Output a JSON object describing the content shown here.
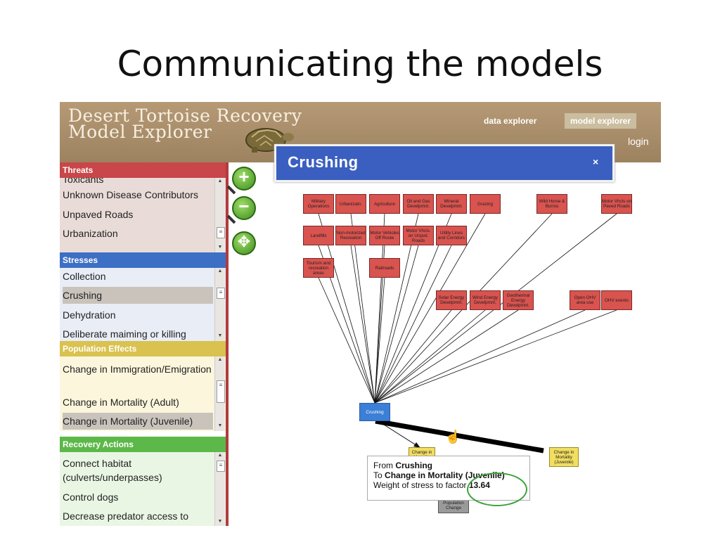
{
  "slide": {
    "title": "Communicating the models"
  },
  "app": {
    "title_line1": "Desert Tortoise Recovery",
    "title_line2": "Model Explorer",
    "nav": {
      "data_explorer": "data explorer",
      "model_explorer": "model explorer",
      "login": "login"
    }
  },
  "sidebar": {
    "threats": {
      "header": "Threats",
      "items": [
        "Toxicants",
        "Unknown Disease Contributors",
        "Unpaved Roads",
        "Urbanization"
      ]
    },
    "stresses": {
      "header": "Stresses",
      "items": [
        "Collection",
        "Crushing",
        "Dehydration",
        "Deliberate maiming or killing"
      ]
    },
    "population_effects": {
      "header": "Population Effects",
      "items": [
        "Change in Immigration/Emigration",
        "Change in Mortality (Adult)",
        "Change in Mortality (Juvenile)"
      ]
    },
    "recovery_actions": {
      "header": "Recovery Actions",
      "items": [
        "Connect habitat (culverts/underpasses)",
        "Control dogs",
        "Decrease predator access to"
      ]
    }
  },
  "dialog": {
    "title": "Crushing",
    "close": "×"
  },
  "graph": {
    "threats": [
      "Military Operations",
      "Urbanizatn.",
      "Agriculture",
      "Oil and Gas Develpmnt.",
      "Mineral Develpmnt.",
      "Grazing",
      "Wild Horse & Burros",
      "Motor Vhcls on Paved Roads",
      "Landfills",
      "Non-motorized Recreation",
      "Motor Vehicles Off Route",
      "Motor Vhcls. on Unpvd. Roads",
      "Utility Lines and Corridors",
      "Tourism and recreation areas",
      "Railroads",
      "Solar Energy Develpmnt.",
      "Wind Energy Develpmnt.",
      "Geothermal Energy Develpmnt.",
      "Open OHV area use",
      "OHV events"
    ],
    "stress": "Crushing",
    "effects": [
      "Change in Mortality (Adult)",
      "Change in Mortality (Juvenile)"
    ],
    "population": "Overall Population Change"
  },
  "tooltip": {
    "from_label": "From",
    "from_value": "Crushing",
    "to_label": "To",
    "to_value": "Change in Mortality (Juvenile)",
    "weight_label": "Weight of stress to factor",
    "weight_value": "13.64"
  },
  "colors": {
    "threats": "#d9534f",
    "stresses": "#3b7fd6",
    "population_effects": "#d4c05a",
    "recovery_actions": "#6abf4b"
  }
}
